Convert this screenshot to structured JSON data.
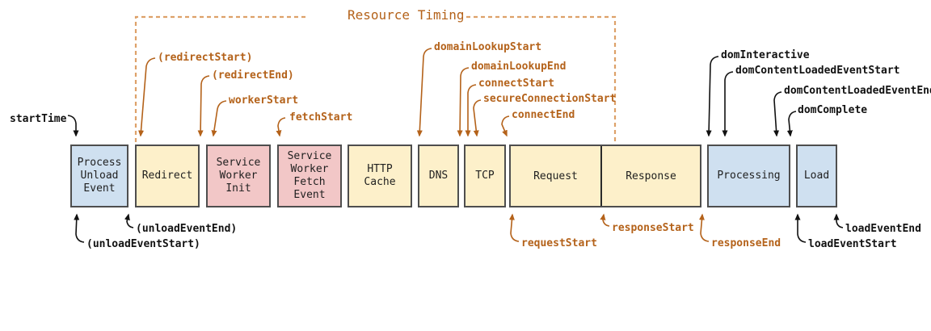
{
  "diagram": {
    "title": "Resource Timing"
  },
  "colors": {
    "bg": "#ffffff",
    "box_blue": "#cfe0f0",
    "box_yellow": "#fdf0ca",
    "box_pink": "#f2c7c7",
    "box_border": "#4e4e4e",
    "box_text": "#1f1f1f",
    "ink": "#111111",
    "orange": "#b4621a",
    "dash": "#dda169"
  },
  "boxes": [
    {
      "label": "Process Unload Event",
      "color": "blue"
    },
    {
      "label": "Redirect",
      "color": "yellow"
    },
    {
      "label": "Service Worker Init",
      "color": "pink"
    },
    {
      "label": "Service Worker Fetch Event",
      "color": "pink"
    },
    {
      "label": "HTTP Cache",
      "color": "yellow"
    },
    {
      "label": "DNS",
      "color": "yellow"
    },
    {
      "label": "TCP",
      "color": "yellow"
    },
    {
      "label": "Request",
      "color": "yellow"
    },
    {
      "label": "Response",
      "color": "yellow"
    },
    {
      "label": "Processing",
      "color": "blue"
    },
    {
      "label": "Load",
      "color": "blue"
    }
  ],
  "timestamps": [
    {
      "label": "startTime",
      "color": "black"
    },
    {
      "label": "(redirectStart)",
      "color": "orange"
    },
    {
      "label": "(redirectEnd)",
      "color": "orange"
    },
    {
      "label": "workerStart",
      "color": "orange"
    },
    {
      "label": "fetchStart",
      "color": "orange"
    },
    {
      "label": "domainLookupStart",
      "color": "orange"
    },
    {
      "label": "domainLookupEnd",
      "color": "orange"
    },
    {
      "label": "connectStart",
      "color": "orange"
    },
    {
      "label": "secureConnectionStart",
      "color": "orange"
    },
    {
      "label": "connectEnd",
      "color": "orange"
    },
    {
      "label": "domInteractive",
      "color": "black"
    },
    {
      "label": "domContentLoadedEventStart",
      "color": "black"
    },
    {
      "label": "domContentLoadedEventEnd",
      "color": "black"
    },
    {
      "label": "domComplete",
      "color": "black"
    },
    {
      "label": "(unloadEventStart)",
      "color": "black"
    },
    {
      "label": "(unloadEventEnd)",
      "color": "black"
    },
    {
      "label": "requestStart",
      "color": "orange"
    },
    {
      "label": "responseStart",
      "color": "orange"
    },
    {
      "label": "responseEnd",
      "color": "orange"
    },
    {
      "label": "loadEventStart",
      "color": "black"
    },
    {
      "label": "loadEventEnd",
      "color": "black"
    }
  ]
}
